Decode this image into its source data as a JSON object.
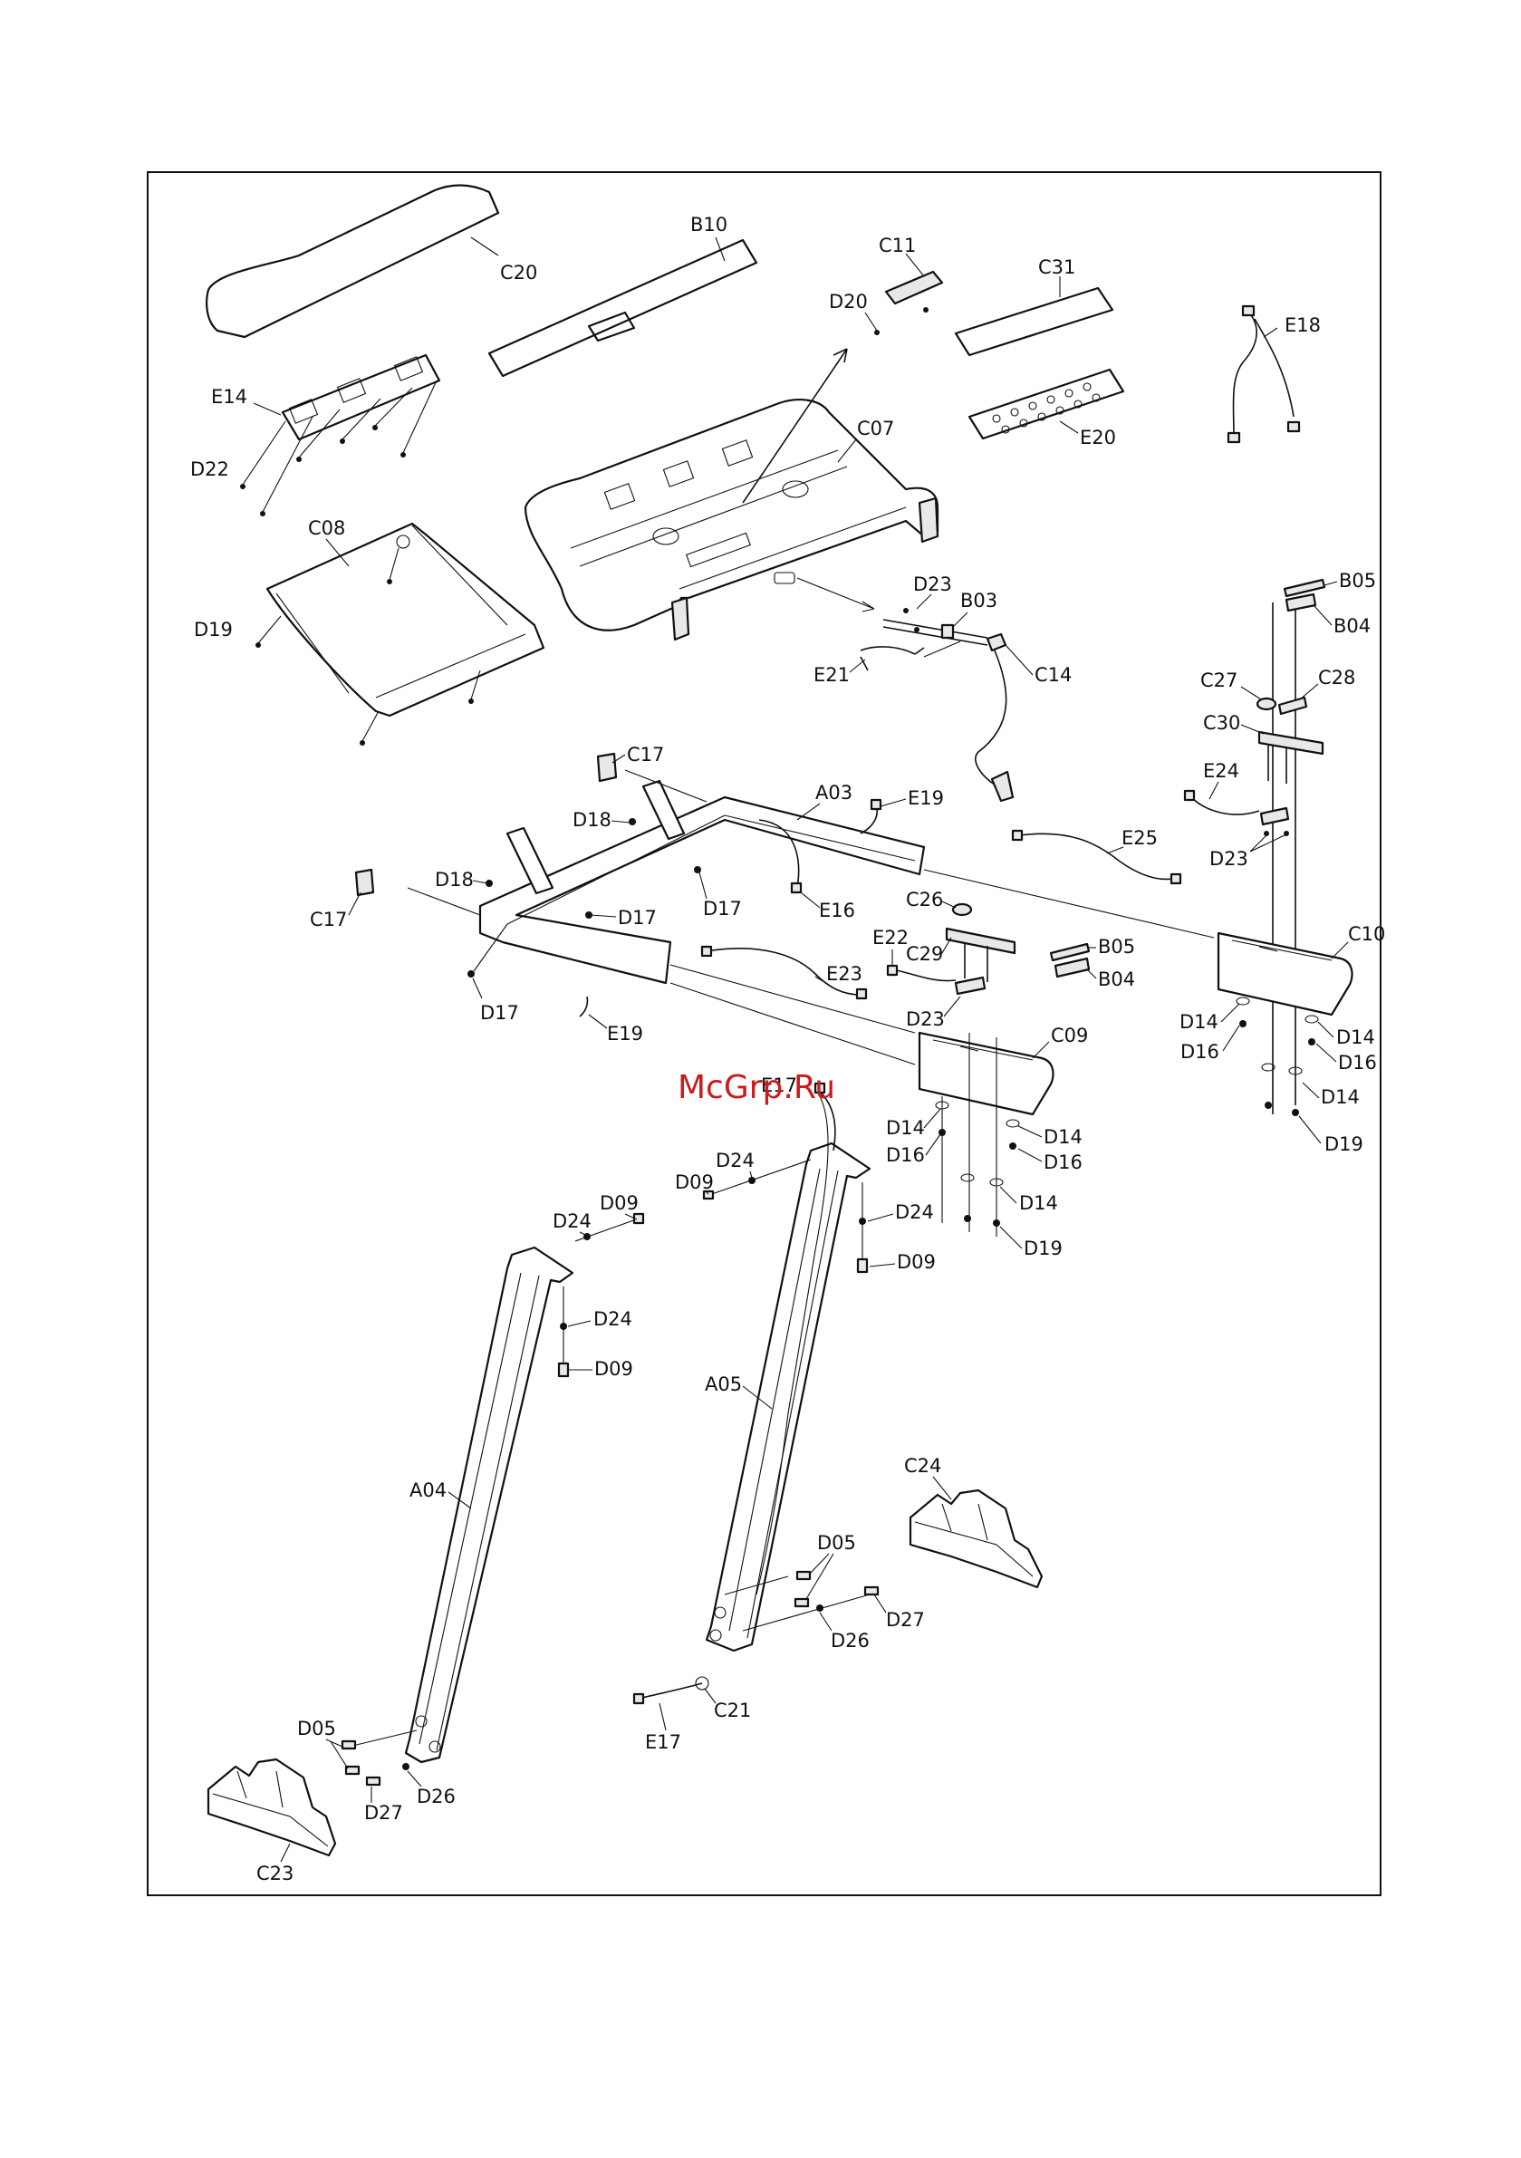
{
  "watermark": "McGrp.Ru",
  "labels": {
    "C20": "C20",
    "B10": "B10",
    "C11": "C11",
    "C31": "C31",
    "D20": "D20",
    "E18": "E18",
    "E14": "E14",
    "D22": "D22",
    "C07": "C07",
    "E20": "E20",
    "C08": "C08",
    "D19a": "D19",
    "B05a": "B05",
    "D23a": "D23",
    "B03": "B03",
    "B04a": "B04",
    "E21": "E21",
    "C14": "C14",
    "C27": "C27",
    "C28": "C28",
    "C30": "C30",
    "C17a": "C17",
    "A03": "A03",
    "E19a": "E19",
    "E24": "E24",
    "D18a": "D18",
    "E25": "E25",
    "D23b": "D23",
    "D18b": "D18",
    "D17a": "D17",
    "D17b": "D17",
    "E16": "E16",
    "C26": "C26",
    "C17b": "C17",
    "C10": "C10",
    "E22": "E22",
    "C29": "C29",
    "B05b": "B05",
    "B04b": "B04",
    "E23": "E23",
    "D14a": "D14",
    "D17c": "D17",
    "D16a": "D16",
    "D14b": "D14",
    "D16b": "D16",
    "E19b": "E19",
    "D23c": "D23",
    "C09": "C09",
    "D14c": "D14",
    "E17a": "E17",
    "D19b": "D19",
    "D14d": "D14",
    "D14e": "D14",
    "D16c": "D16",
    "D16d": "D16",
    "D24a": "D24",
    "D09a": "D09",
    "D14f": "D14",
    "D09b": "D09",
    "D24b": "D24",
    "D24c": "D24",
    "D19c": "D19",
    "D09c": "D09",
    "D24d": "D24",
    "D09d": "D09",
    "A05": "A05",
    "A04": "A04",
    "C24": "C24",
    "D05a": "D05",
    "D27a": "D27",
    "D26a": "D26",
    "C21": "C21",
    "E17b": "E17",
    "D05b": "D05",
    "D27b": "D27",
    "D26b": "D26",
    "C23": "C23"
  }
}
